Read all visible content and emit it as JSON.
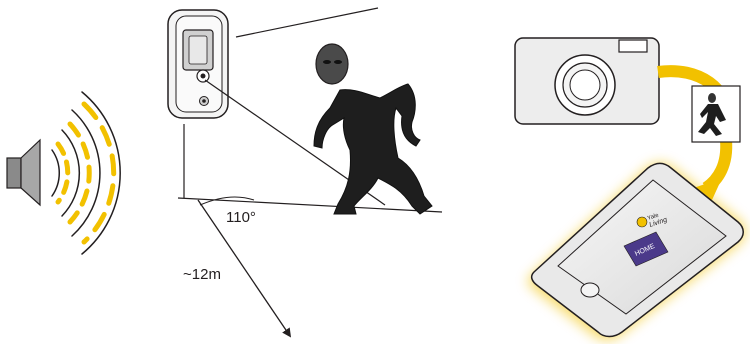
{
  "labels": {
    "angle": "110°",
    "range": "~12m"
  },
  "phone": {
    "logo_brand": "Yale",
    "logo_text": "Living",
    "button_label": "HOME"
  },
  "icons": {
    "siren": "speaker-siren-icon",
    "sensor": "pir-motion-sensor-icon",
    "intruder": "intruder-figure-icon",
    "camera": "camera-icon",
    "snapshot": "intruder-snapshot-icon",
    "phone": "smartphone-icon"
  },
  "colors": {
    "accent_yellow": "#f2c100",
    "line": "#231f20",
    "figure": "#1e1e1e",
    "purple_button": "#4b3a8a",
    "speaker_grey": "#8a8a8a"
  }
}
